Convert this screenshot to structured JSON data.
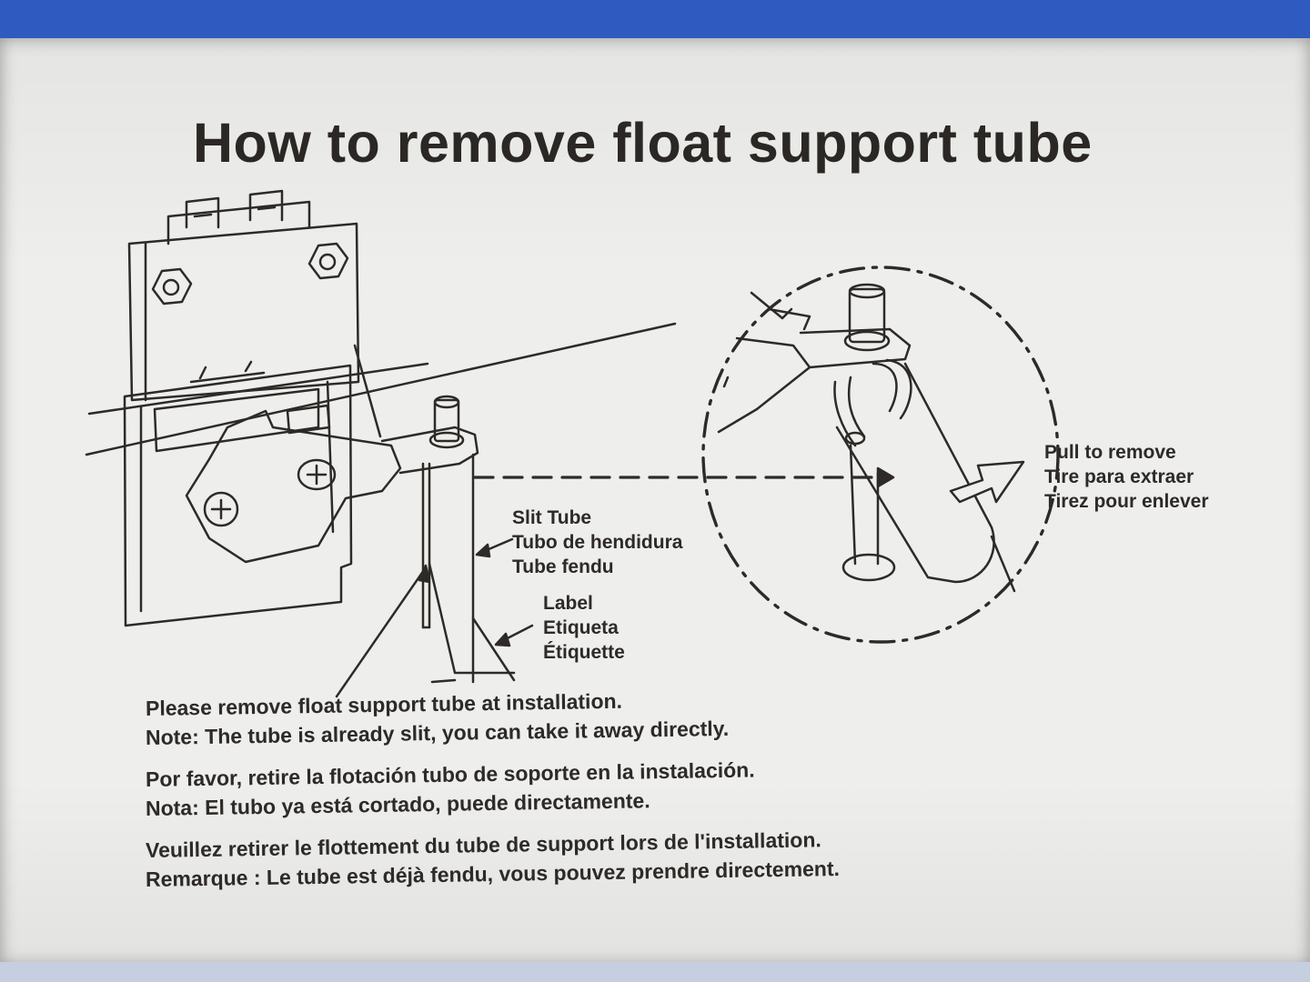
{
  "title": "How to remove float support tube",
  "callouts": {
    "slit_tube": [
      "Slit Tube",
      "Tubo de hendidura",
      "Tube fendu"
    ],
    "label": [
      "Label",
      "Etiqueta",
      "Étiquette"
    ],
    "pull": [
      "Pull to remove",
      "Tire para extraer",
      "Tirez pour enlever"
    ]
  },
  "instructions": {
    "en": [
      "Please remove float support tube at installation.",
      "Note: The tube is already slit, you can take it away directly."
    ],
    "es": [
      "Por favor, retire la flotación tubo de soporte en la instalación.",
      "Nota: El tubo ya está cortado, puede directamente."
    ],
    "fr": [
      "Veuillez retirer le flottement du tube de support lors de l'installation.",
      "Remarque : Le tube est déjà fendu, vous pouvez prendre directement."
    ]
  },
  "colors": {
    "background": "#2f5ac0",
    "card": "#eeeeec",
    "ink": "#2d2a27"
  }
}
